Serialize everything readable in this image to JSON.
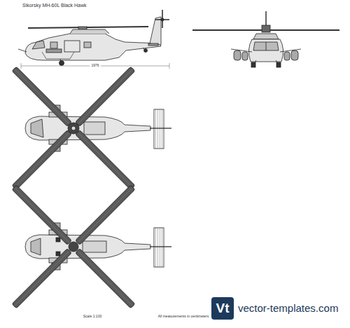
{
  "diagram": {
    "title": "Sikorsky MH-60L Black Hawk",
    "labels": [
      "1976",
      "Scale 1:100",
      "All measurements in centimeters",
      "Vt",
      "vector-templates.com"
    ]
  }
}
